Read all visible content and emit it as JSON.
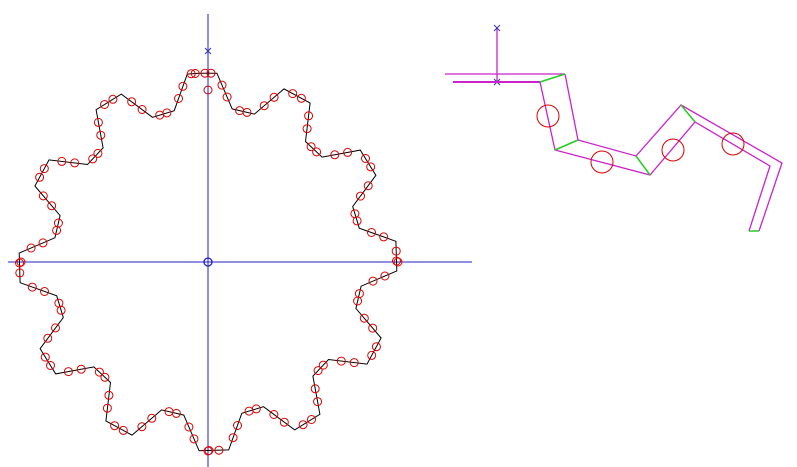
{
  "colors": {
    "background": "#ffffff",
    "axis": "#1f1fcc",
    "profile": "#000000",
    "marker": "#dd0000",
    "toolpath": "#cc22cc",
    "segment": "#22cc22",
    "cross_marker": "#3333aa"
  },
  "markers": {
    "origin": "circle-cross",
    "profile_point": "circle",
    "axis_end": "x-cross"
  },
  "gear": {
    "teeth": 12,
    "points_per_edge": 2
  }
}
